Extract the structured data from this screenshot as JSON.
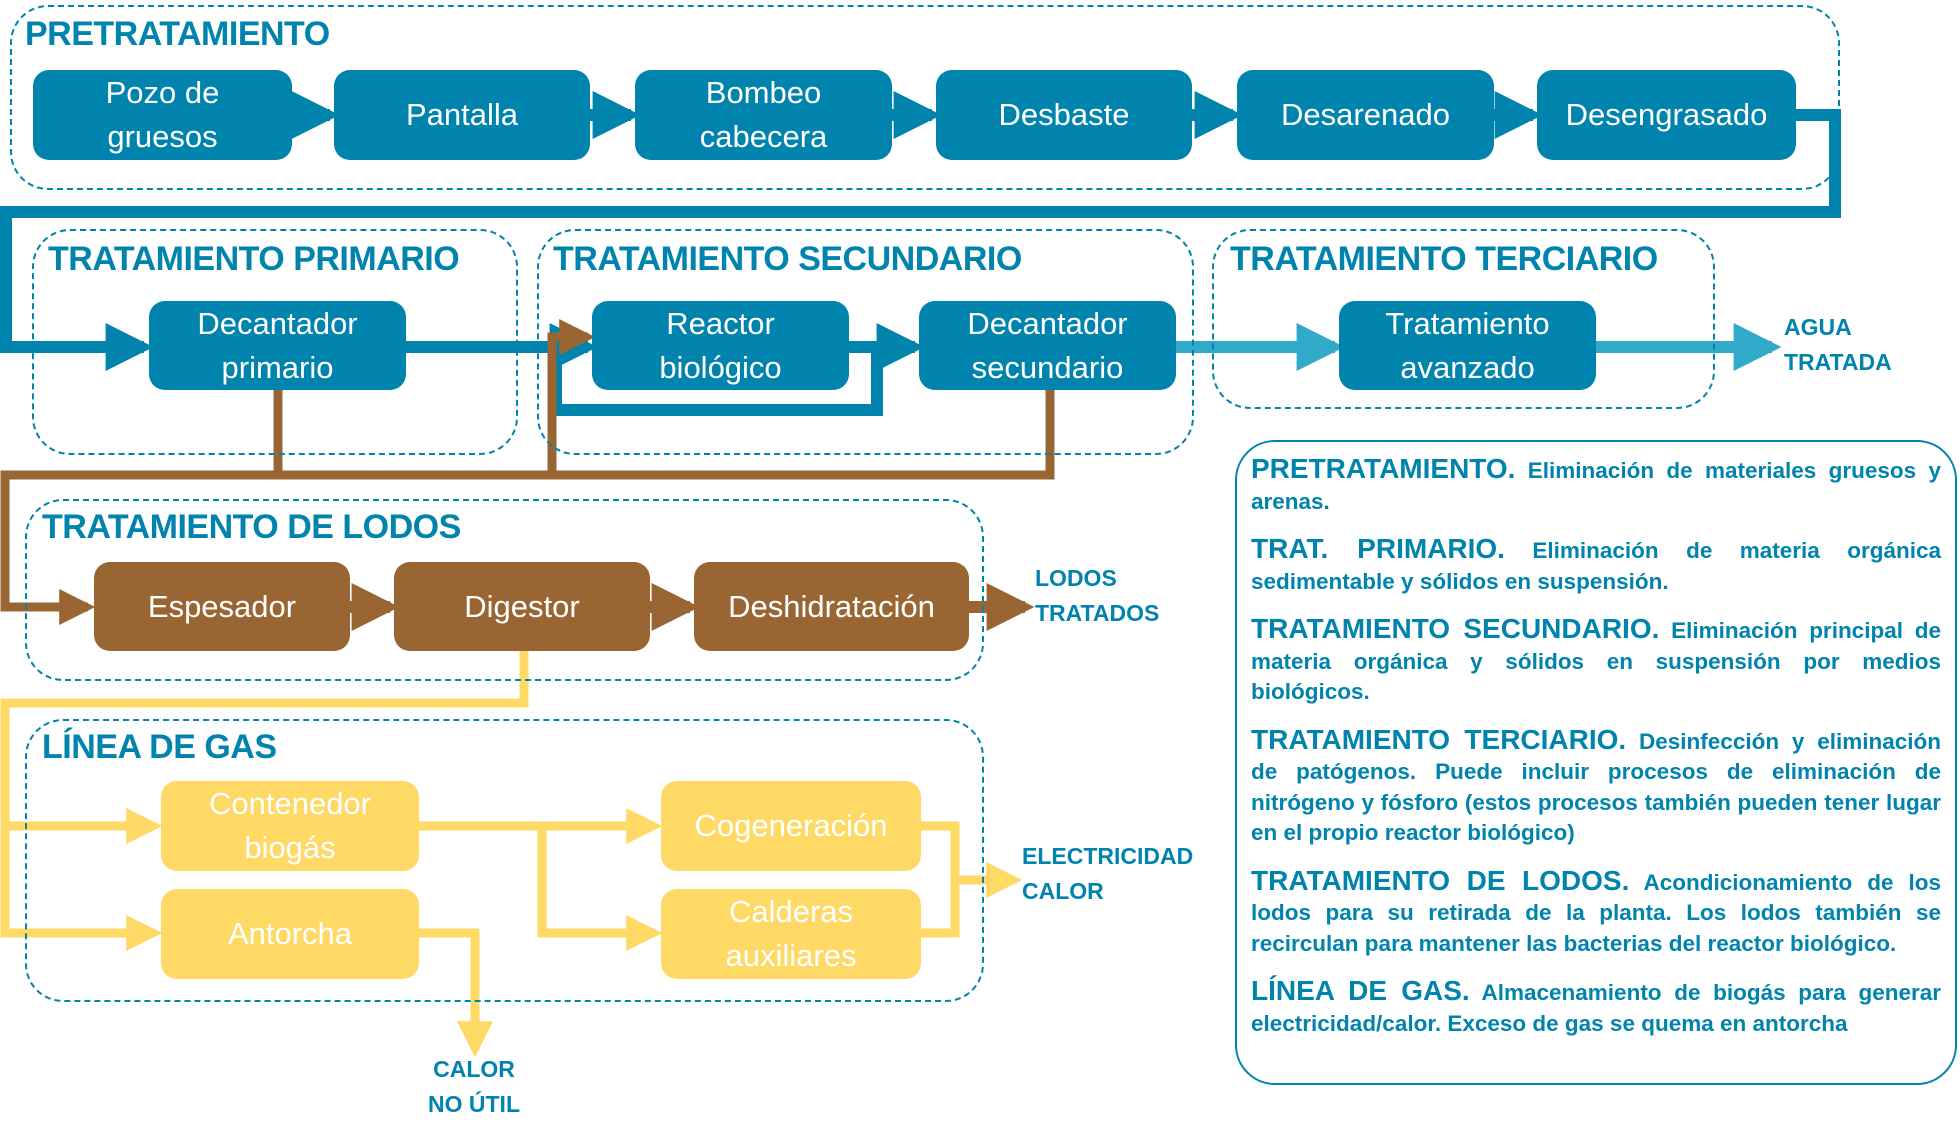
{
  "colors": {
    "blue": "#0083AD",
    "light_blue": "#31A9C9",
    "brown": "#996633",
    "yellow": "#FFD966"
  },
  "stages": {
    "pretratamiento": {
      "title": "PRETRATAMIENTO",
      "nodes": [
        "Pozo de\ngruesos",
        "Pantalla",
        "Bombeo\ncabecera",
        "Desbaste",
        "Desarenado",
        "Desengrasado"
      ]
    },
    "primario": {
      "title": "TRATAMIENTO PRIMARIO",
      "nodes": [
        "Decantador\nprimario"
      ]
    },
    "secundario": {
      "title": "TRATAMIENTO SECUNDARIO",
      "nodes": [
        "Reactor\nbiológico",
        "Decantador\nsecundario"
      ]
    },
    "terciario": {
      "title": "TRATAMIENTO TERCIARIO",
      "nodes": [
        "Tratamiento\navanzado"
      ]
    },
    "lodos": {
      "title": "TRATAMIENTO DE LODOS",
      "nodes": [
        "Espesador",
        "Digestor",
        "Deshidratación"
      ]
    },
    "gas": {
      "title": "LÍNEA DE GAS",
      "nodes": [
        "Contenedor\nbiogás",
        "Antorcha",
        "Cogeneración",
        "Calderas\nauxiliares"
      ]
    }
  },
  "outputs": {
    "agua": "AGUA\nTRATADA",
    "lodos": "LODOS\nTRATADOS",
    "electricidad": "ELECTRICIDAD\nCALOR",
    "calor_no_util": "CALOR\nNO ÚTIL"
  },
  "legend": [
    {
      "key": "PRETRATAMIENTO.",
      "text": "Eliminación de materiales gruesos y arenas."
    },
    {
      "key": "TRAT. PRIMARIO.",
      "text": "Eliminación de materia orgánica sedimentable y sólidos en suspensión."
    },
    {
      "key": "TRATAMIENTO SECUNDARIO.",
      "text": "Eliminación principal de materia orgánica y sólidos en suspensión por medios biológicos."
    },
    {
      "key": "TRATAMIENTO TERCIARIO.",
      "text": "Desinfección y eliminación de patógenos. Puede incluir procesos de eliminación de nitrógeno y fósforo (estos procesos también pueden tener lugar en el propio reactor biológico)"
    },
    {
      "key": "TRATAMIENTO DE LODOS.",
      "text": "Acondicionamiento de los lodos para su retirada de la planta. Los lodos también se recirculan para mantener las bacterias del reactor biológico."
    },
    {
      "key": "LÍNEA DE GAS.",
      "text": "Almacenamiento de biogás para generar electricidad/calor. Exceso de gas se quema en antorcha"
    }
  ]
}
